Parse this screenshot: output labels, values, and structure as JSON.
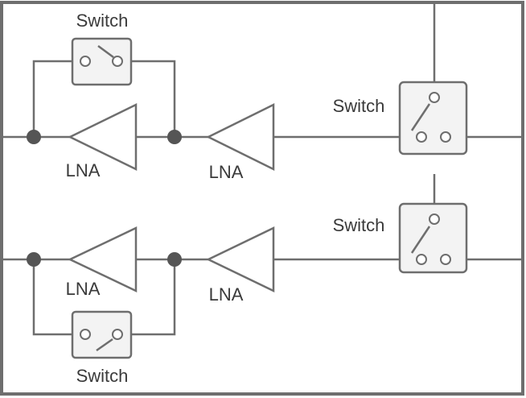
{
  "labels": {
    "switch_top_left": "Switch",
    "switch_top_right": "Switch",
    "switch_bottom_right": "Switch",
    "switch_bottom_left": "Switch",
    "lna_top_1": "LNA",
    "lna_top_2": "LNA",
    "lna_bottom_1": "LNA",
    "lna_bottom_2": "LNA"
  },
  "colors": {
    "line": "#6e6e6e",
    "node": "#555555",
    "switch_fill": "#f3f3f3",
    "frame": "#6e6e6e"
  }
}
